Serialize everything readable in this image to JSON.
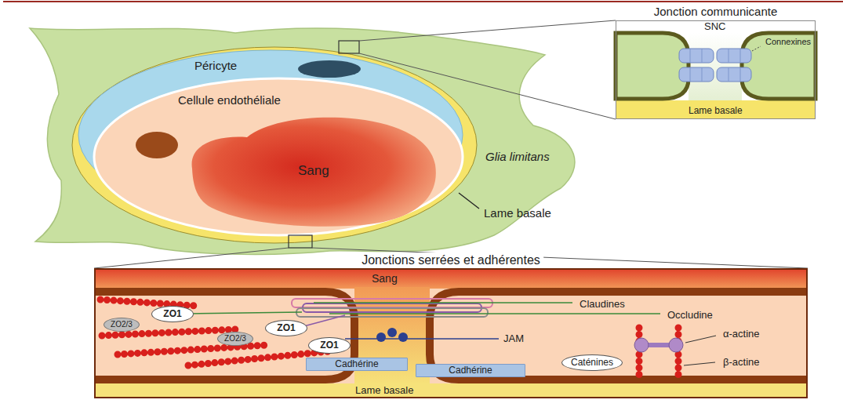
{
  "diagram": {
    "nodes": [
      {
        "text": [
          "Jonction communicante"
        ]
      },
      {
        "text": [
          "Jonctions serrées et adhérentes"
        ]
      },
      {
        "text": [
          "ZO1"
        ],
        "in": 1
      },
      {
        "text": [
          "ZO2/3"
        ],
        "in": 1
      },
      {
        "text": [
          "ZO1"
        ],
        "in": 1
      },
      {
        "text": [
          "ZO2/3"
        ],
        "in": 1
      },
      {
        "text": [
          "ZO1"
        ],
        "in": 1
      },
      {
        "text": [
          "Cadhérine"
        ],
        "in": 1
      },
      {
        "text": [
          "Cadhérine"
        ],
        "in": 1
      },
      {
        "text": [
          "Caténines"
        ],
        "in": 1
      }
    ],
    "labels": [
      "SNC",
      "Connexines",
      "Lame basale",
      "Péricyte",
      "Cellule endothéliale",
      "Sang",
      "Glia limitans",
      "Lame basale",
      "Sang",
      "Claudines",
      "Occludine",
      "JAM",
      "α-actine",
      "β-actine",
      "Lame basale"
    ]
  }
}
